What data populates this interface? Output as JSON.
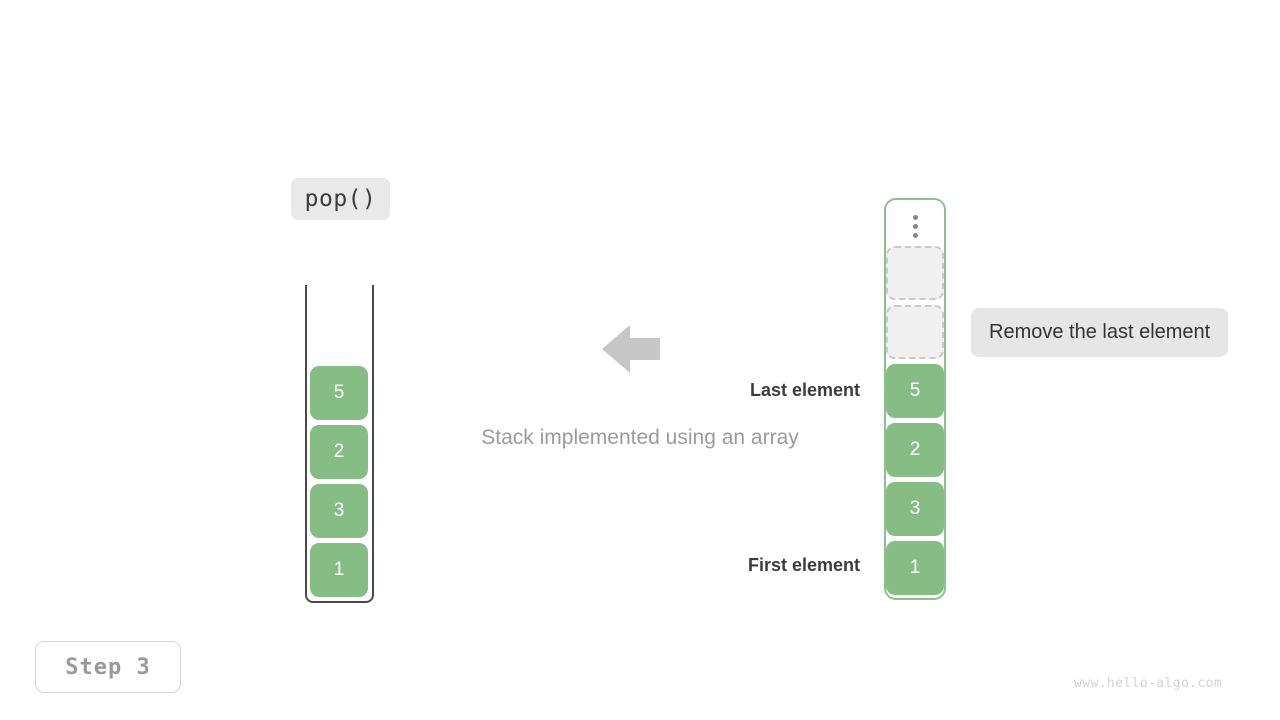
{
  "page": {
    "background": "#ffffff",
    "accent_green": "#85bd85",
    "border_green": "#8cc08c",
    "muted_gray": "#9b9b9b",
    "dark_text": "#3c3c3c"
  },
  "operation": {
    "label": "pop()"
  },
  "left_stack": {
    "caption": "Stack implemented using an array",
    "cells": [
      {
        "value": "5"
      },
      {
        "value": "2"
      },
      {
        "value": "3"
      },
      {
        "value": "1"
      }
    ]
  },
  "arrow": {
    "icon": "arrow-left-icon",
    "color": "#c6c6c6",
    "direction": "left"
  },
  "labels": {
    "last_element": "Last element",
    "first_element": "First element"
  },
  "right_stack": {
    "ellipsis_icon": "vertical-ellipsis-icon",
    "cells": [
      {
        "value": "",
        "empty": true
      },
      {
        "value": "",
        "empty": true
      },
      {
        "value": "5",
        "empty": false
      },
      {
        "value": "2",
        "empty": false
      },
      {
        "value": "3",
        "empty": false
      },
      {
        "value": "1",
        "empty": false
      }
    ]
  },
  "tooltip": {
    "text": "Remove the last element"
  },
  "step": {
    "label": "Step 3"
  },
  "watermark": {
    "text": "www.hello-algo.com"
  }
}
